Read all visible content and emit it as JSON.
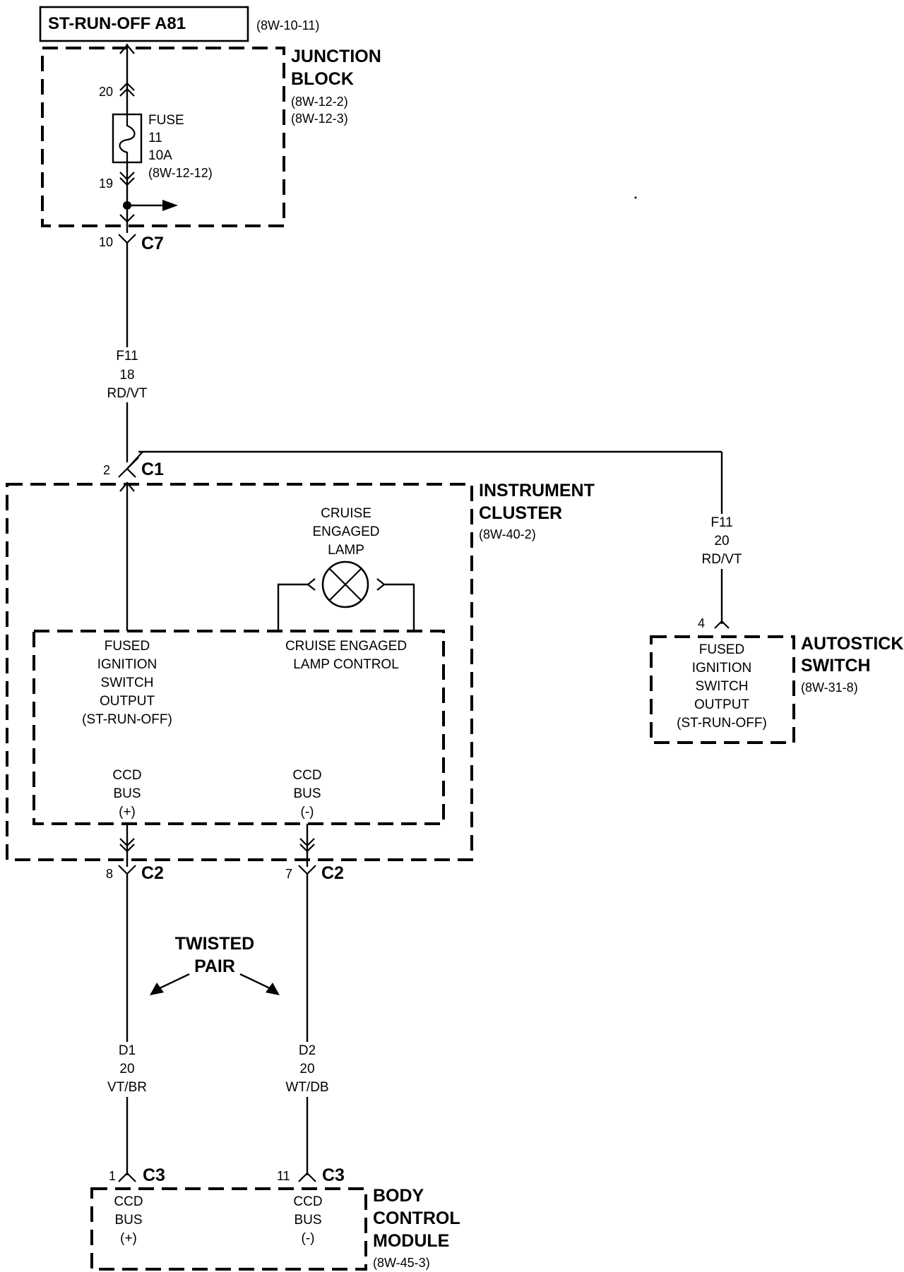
{
  "source": {
    "label": "ST-RUN-OFF A81",
    "ref": "(8W-10-11)"
  },
  "junction_block": {
    "title_line1": "JUNCTION",
    "title_line2": "BLOCK",
    "ref1": "(8W-12-2)",
    "ref2": "(8W-12-3)",
    "fuse": {
      "line1": "FUSE",
      "line2": "11",
      "line3": "10A",
      "ref": "(8W-12-12)"
    },
    "pin_top": "20",
    "pin_bottom": "19"
  },
  "connector_c7": {
    "pin": "10",
    "name": "C7"
  },
  "wire_f11_main": {
    "circuit": "F11",
    "gauge": "18",
    "color": "RD/VT"
  },
  "connector_c1": {
    "pin": "2",
    "name": "C1"
  },
  "instrument_cluster": {
    "title_line1": "INSTRUMENT",
    "title_line2": "CLUSTER",
    "ref": "(8W-40-2)",
    "lamp": {
      "line1": "CRUISE",
      "line2": "ENGAGED",
      "line3": "LAMP"
    },
    "fused_output": {
      "line1": "FUSED",
      "line2": "IGNITION",
      "line3": "SWITCH",
      "line4": "OUTPUT",
      "line5": "(ST-RUN-OFF)"
    },
    "lamp_control": {
      "line1": "CRUISE ENGAGED",
      "line2": "LAMP CONTROL"
    },
    "ccd_plus": {
      "line1": "CCD",
      "line2": "BUS",
      "line3": "(+)"
    },
    "ccd_minus": {
      "line1": "CCD",
      "line2": "BUS",
      "line3": "(-)"
    }
  },
  "wire_f11_branch": {
    "circuit": "F11",
    "gauge": "20",
    "color": "RD/VT"
  },
  "autostick": {
    "pin": "4",
    "title_line1": "AUTOSTICK",
    "title_line2": "SWITCH",
    "ref": "(8W-31-8)",
    "line1": "FUSED",
    "line2": "IGNITION",
    "line3": "SWITCH",
    "line4": "OUTPUT",
    "line5": "(ST-RUN-OFF)"
  },
  "connector_c2_plus": {
    "pin": "8",
    "name": "C2"
  },
  "connector_c2_minus": {
    "pin": "7",
    "name": "C2"
  },
  "twisted_pair": {
    "line1": "TWISTED",
    "line2": "PAIR"
  },
  "wire_d1": {
    "circuit": "D1",
    "gauge": "20",
    "color": "VT/BR"
  },
  "wire_d2": {
    "circuit": "D2",
    "gauge": "20",
    "color": "WT/DB"
  },
  "connector_c3_plus": {
    "pin": "1",
    "name": "C3"
  },
  "connector_c3_minus": {
    "pin": "11",
    "name": "C3"
  },
  "body_control_module": {
    "title_line1": "BODY",
    "title_line2": "CONTROL",
    "title_line3": "MODULE",
    "ref": "(8W-45-3)",
    "ccd_plus": {
      "line1": "CCD",
      "line2": "BUS",
      "line3": "(+)"
    },
    "ccd_minus": {
      "line1": "CCD",
      "line2": "BUS",
      "line3": "(-)"
    }
  }
}
